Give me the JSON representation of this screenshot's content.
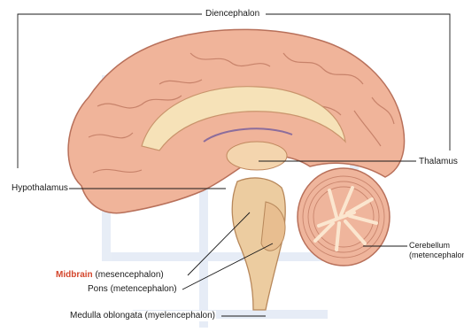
{
  "labels": {
    "diencephalon": "Diencephalon",
    "thalamus": "Thalamus",
    "hypothalamus": "Hypothalamus",
    "cerebellum_line1": "Cerebellum",
    "cerebellum_line2": "(metencephalon)",
    "midbrain_name": "Midbrain",
    "midbrain_paren": " (mesencephalon)",
    "pons": "Pons (metencephalon)",
    "medulla": "Medulla oblongata (myelencephalon)"
  },
  "colors": {
    "cortex": "#f0b49a",
    "cortex_outline": "#b8705a",
    "corpus_callosum": "#f6e2b8",
    "brainstem": "#eccca0",
    "cerebellum": "#efb59c",
    "arbor_vitae": "#fbe6cf",
    "leader_lines": "#1a1a1a",
    "midbrain_highlight": "#d4462c",
    "watermark": "#c9d6ec"
  }
}
